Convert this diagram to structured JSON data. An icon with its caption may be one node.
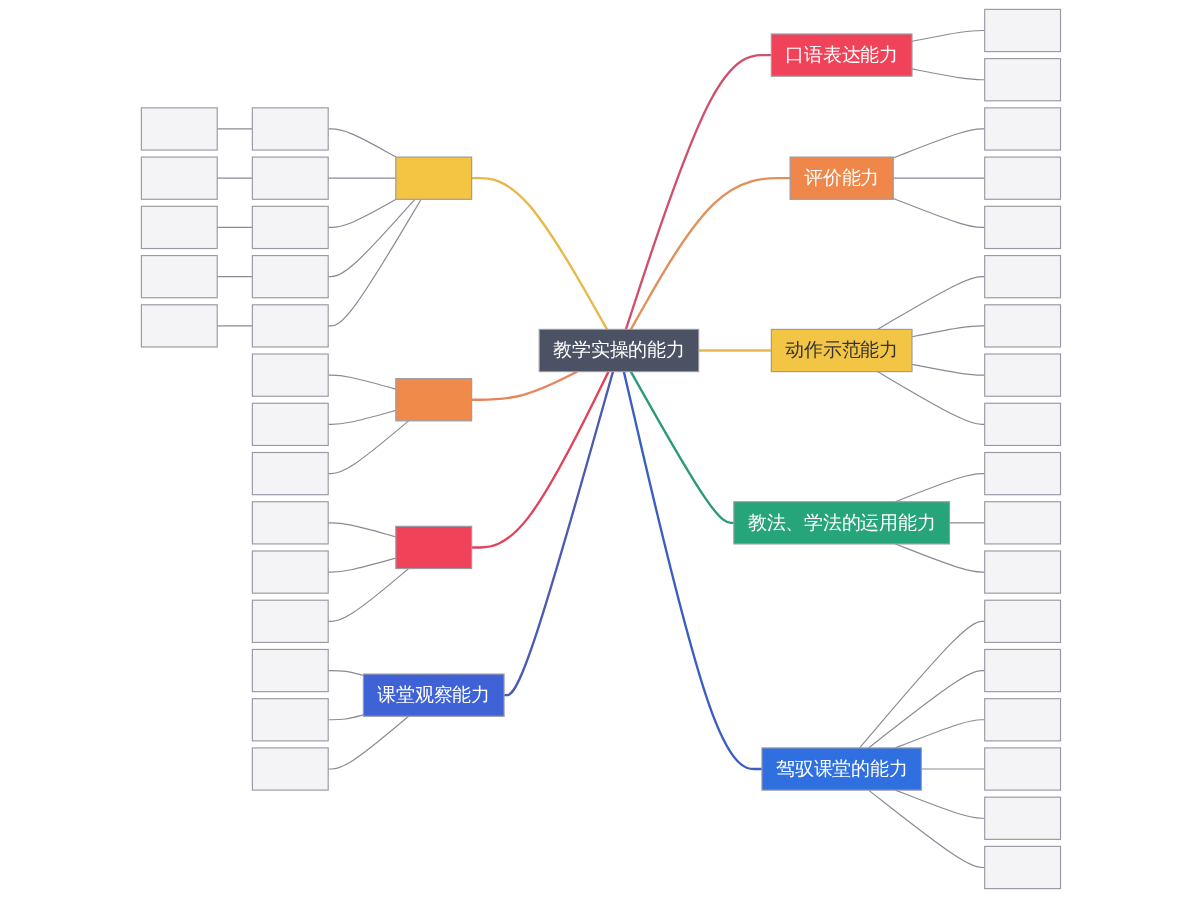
{
  "diagram": {
    "nodes": [
      {
        "text": [
          "教学实操的能力"
        ]
      },
      {
        "text": [],
        "shape": "box"
      },
      {
        "text": [],
        "shape": "box"
      },
      {
        "text": [],
        "shape": "box"
      },
      {
        "text": [],
        "shape": "box"
      },
      {
        "text": [],
        "shape": "box"
      },
      {
        "text": [],
        "shape": "box"
      },
      {
        "text": [],
        "shape": "box"
      },
      {
        "text": [],
        "shape": "box"
      },
      {
        "text": [],
        "shape": "box"
      },
      {
        "text": [],
        "shape": "box"
      },
      {
        "text": [],
        "shape": "box"
      },
      {
        "text": [],
        "shape": "box"
      },
      {
        "text": [],
        "shape": "box"
      },
      {
        "text": [],
        "shape": "box"
      },
      {
        "text": [],
        "shape": "box"
      },
      {
        "text": [],
        "shape": "box"
      },
      {
        "text": [],
        "shape": "box"
      },
      {
        "text": [],
        "shape": "box"
      },
      {
        "text": [],
        "shape": "box"
      },
      {
        "text": [
          "课堂观察能力"
        ]
      },
      {
        "text": [],
        "shape": "box"
      },
      {
        "text": [],
        "shape": "box"
      },
      {
        "text": [],
        "shape": "box"
      },
      {
        "text": [
          "口语表达能力"
        ]
      },
      {
        "text": [],
        "shape": "box"
      },
      {
        "text": [],
        "shape": "box"
      },
      {
        "text": [
          "评价能力"
        ]
      },
      {
        "text": [],
        "shape": "box"
      },
      {
        "text": [],
        "shape": "box"
      },
      {
        "text": [],
        "shape": "box"
      },
      {
        "text": [
          "动作示范能力"
        ]
      },
      {
        "text": [],
        "shape": "box"
      },
      {
        "text": [],
        "shape": "box"
      },
      {
        "text": [],
        "shape": "box"
      },
      {
        "text": [],
        "shape": "box"
      },
      {
        "text": [
          "教法、学法的运用能力"
        ]
      },
      {
        "text": [],
        "shape": "box"
      },
      {
        "text": [],
        "shape": "box"
      },
      {
        "text": [],
        "shape": "box"
      },
      {
        "text": [
          "驾驭课堂的能力"
        ]
      },
      {
        "text": [],
        "shape": "box"
      },
      {
        "text": [],
        "shape": "box"
      },
      {
        "text": [],
        "shape": "box"
      },
      {
        "text": [],
        "shape": "box"
      },
      {
        "text": [],
        "shape": "box"
      },
      {
        "text": [],
        "shape": "box"
      }
    ],
    "edges": [
      {
        "from": 1,
        "to": 0,
        "arrow": "none",
        "color": "#e8b84a"
      },
      {
        "from": 2,
        "to": 1,
        "arrow": "none"
      },
      {
        "from": 3,
        "to": 1,
        "arrow": "none"
      },
      {
        "from": 4,
        "to": 1,
        "arrow": "none"
      },
      {
        "from": 5,
        "to": 1,
        "arrow": "none"
      },
      {
        "from": 6,
        "to": 1,
        "arrow": "none"
      },
      {
        "from": 7,
        "to": 2,
        "arrow": "none"
      },
      {
        "from": 8,
        "to": 3,
        "arrow": "none"
      },
      {
        "from": 9,
        "to": 4,
        "arrow": "none"
      },
      {
        "from": 10,
        "to": 5,
        "arrow": "none"
      },
      {
        "from": 11,
        "to": 6,
        "arrow": "none"
      },
      {
        "from": 12,
        "to": 0,
        "arrow": "none",
        "color": "#e8845a"
      },
      {
        "from": 13,
        "to": 12,
        "arrow": "none"
      },
      {
        "from": 14,
        "to": 12,
        "arrow": "none"
      },
      {
        "from": 15,
        "to": 12,
        "arrow": "none"
      },
      {
        "from": 16,
        "to": 0,
        "arrow": "none",
        "color": "#e0435a"
      },
      {
        "from": 17,
        "to": 16,
        "arrow": "none"
      },
      {
        "from": 18,
        "to": 16,
        "arrow": "none"
      },
      {
        "from": 19,
        "to": 16,
        "arrow": "none"
      },
      {
        "from": 20,
        "to": 0,
        "arrow": "none",
        "color": "#4a5bb0"
      },
      {
        "from": 21,
        "to": 20,
        "arrow": "none"
      },
      {
        "from": 22,
        "to": 20,
        "arrow": "none"
      },
      {
        "from": 23,
        "to": 20,
        "arrow": "none"
      },
      {
        "from": 0,
        "to": 24,
        "arrow": "none",
        "color": "#d0506a"
      },
      {
        "from": 24,
        "to": 25,
        "arrow": "none"
      },
      {
        "from": 24,
        "to": 26,
        "arrow": "none"
      },
      {
        "from": 0,
        "to": 27,
        "arrow": "none",
        "color": "#e0905a"
      },
      {
        "from": 27,
        "to": 28,
        "arrow": "none"
      },
      {
        "from": 27,
        "to": 29,
        "arrow": "none"
      },
      {
        "from": 27,
        "to": 30,
        "arrow": "none"
      },
      {
        "from": 0,
        "to": 31,
        "arrow": "none",
        "color": "#e8b84a"
      },
      {
        "from": 31,
        "to": 32,
        "arrow": "none"
      },
      {
        "from": 31,
        "to": 33,
        "arrow": "none"
      },
      {
        "from": 31,
        "to": 34,
        "arrow": "none"
      },
      {
        "from": 31,
        "to": 35,
        "arrow": "none"
      },
      {
        "from": 0,
        "to": 36,
        "arrow": "none",
        "color": "#2a9a7a"
      },
      {
        "from": 36,
        "to": 37,
        "arrow": "none"
      },
      {
        "from": 36,
        "to": 38,
        "arrow": "none"
      },
      {
        "from": 36,
        "to": 39,
        "arrow": "none"
      },
      {
        "from": 0,
        "to": 40,
        "arrow": "none",
        "color": "#3a5fc0"
      },
      {
        "from": 40,
        "to": 41,
        "arrow": "none"
      },
      {
        "from": 40,
        "to": 42,
        "arrow": "none"
      },
      {
        "from": 40,
        "to": 43,
        "arrow": "none"
      },
      {
        "from": 40,
        "to": 44,
        "arrow": "none"
      },
      {
        "from": 40,
        "to": 45,
        "arrow": "none"
      },
      {
        "from": 40,
        "to": 46,
        "arrow": "none"
      }
    ]
  }
}
